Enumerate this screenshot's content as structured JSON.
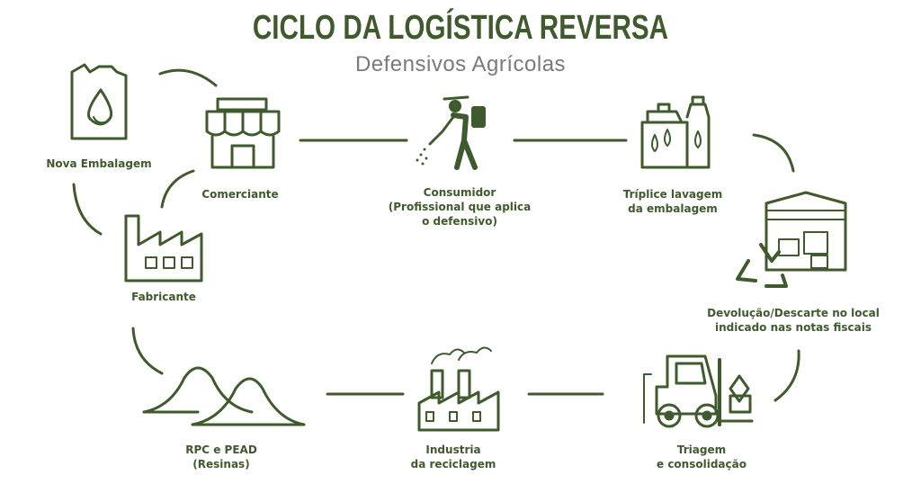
{
  "header": {
    "title": "CICLO DA LOGÍSTICA REVERSA",
    "subtitle": "Defensivos Agrícolas"
  },
  "steps": {
    "nova_embalagem": {
      "lines": [
        "Nova Embalagem"
      ]
    },
    "comerciante": {
      "lines": [
        "Comerciante"
      ]
    },
    "consumidor": {
      "lines": [
        "Consumidor",
        "(Profissional que aplica",
        "o defensivo)"
      ]
    },
    "triplice": {
      "lines": [
        "Tríplice lavagem",
        "da embalagem"
      ]
    },
    "devolucao": {
      "lines": [
        "Devolução/Descarte no local",
        "indicado nas notas fiscais"
      ]
    },
    "triagem": {
      "lines": [
        "Triagem",
        "e consolidação"
      ]
    },
    "industria": {
      "lines": [
        "Industria",
        "da reciclagem"
      ]
    },
    "rpc": {
      "lines": [
        "RPC e PEAD",
        "(Resinas)"
      ]
    },
    "fabricante": {
      "lines": [
        "Fabricante"
      ]
    }
  },
  "icons": {
    "nova_embalagem": "jerrycan-drop-icon",
    "comerciante": "storefront-icon",
    "consumidor": "sprayer-worker-icon",
    "triplice": "washing-bottles-icon",
    "devolucao": "warehouse-recycle-icon",
    "triagem": "forklift-icon",
    "industria": "recycling-factory-icon",
    "rpc": "resin-pile-icon",
    "fabricante": "factory-icon"
  },
  "colors": {
    "primary": "#3f5a2c",
    "subtitle": "#7a7a7a",
    "background": "#ffffff"
  }
}
